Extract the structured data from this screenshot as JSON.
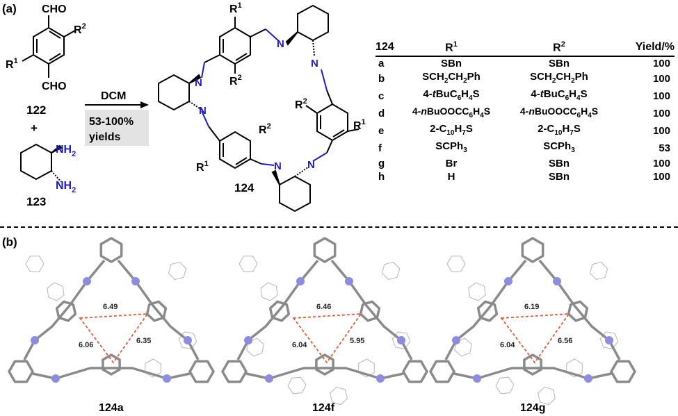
{
  "panel_a": {
    "label": "(a)",
    "reactant_aldehyde": {
      "number": "122",
      "cho_top": "CHO",
      "cho_bottom": "CHO",
      "r1": "R",
      "r1_sup": "1",
      "r2": "R",
      "r2_sup": "2"
    },
    "plus": "+",
    "reactant_diamine": {
      "number": "123",
      "nh2_top": "NH",
      "nh2_top_sub": "2",
      "nh2_bottom": "NH",
      "nh2_bottom_sub": "2"
    },
    "conditions": {
      "reagent": "DCM",
      "yield_line1": "53-100%",
      "yield_line2": "yields"
    },
    "product": {
      "number": "124",
      "n_label": "N",
      "r1": "R",
      "r1_sup": "1",
      "r2": "R",
      "r2_sup": "2"
    },
    "table": {
      "headers": [
        "124",
        "R1",
        "R2",
        "Yield/%"
      ],
      "rows": [
        {
          "id": "a",
          "r1": "SBn",
          "r2": "SBn",
          "yield": "100"
        },
        {
          "id": "b",
          "r1": "SCH2CH2Ph",
          "r2": "SCH2CH2Ph",
          "yield": "100"
        },
        {
          "id": "c",
          "r1": "4-tBuC6H4S",
          "r2": "4-tBuC6H4S",
          "yield": "100"
        },
        {
          "id": "d",
          "r1": "4-nBuOOCC6H4S",
          "r2": "4-nBuOOCC6H4S",
          "yield": "100"
        },
        {
          "id": "e",
          "r1": "2-C10H7S",
          "r2": "2-C10H7S",
          "yield": "100"
        },
        {
          "id": "f",
          "r1": "SCPh3",
          "r2": "SCPh3",
          "yield": "53"
        },
        {
          "id": "g",
          "r1": "Br",
          "r2": "SBn",
          "yield": "100"
        },
        {
          "id": "h",
          "r1": "H",
          "r2": "SBn",
          "yield": "100"
        }
      ]
    }
  },
  "panel_b": {
    "label": "(b)",
    "structures": [
      {
        "name": "124a",
        "top": "6.49",
        "left": "6.06",
        "right": "6.35"
      },
      {
        "name": "124f",
        "top": "6.46",
        "left": "6.04",
        "right": "5.95"
      },
      {
        "name": "124g",
        "top": "6.19",
        "left": "6.04",
        "right": "6.56"
      }
    ]
  },
  "colors": {
    "nitrogen": "#1a1acc",
    "bond": "#000000",
    "crystal_bond": "#8a8a8a",
    "crystal_n": "#8c8ce0",
    "distance_line": "#e05a35",
    "yield_box": "#e3e3e3"
  }
}
